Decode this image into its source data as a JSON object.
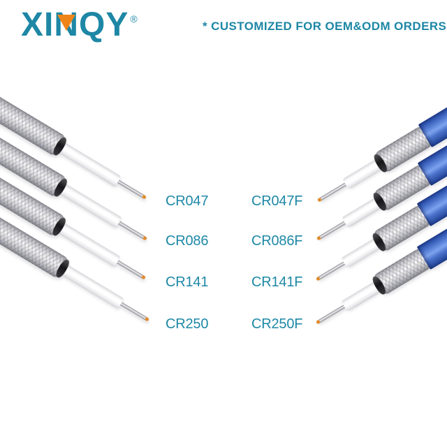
{
  "header": {
    "logo_text": "XINQY",
    "logo_reg": "®",
    "tagline": "* CUSTOMIZED FOR OEM&ODM ORDERS"
  },
  "products": {
    "rows": [
      {
        "left": "CR047",
        "right": "CR047F"
      },
      {
        "left": "CR086",
        "right": "CR086F"
      },
      {
        "left": "CR141",
        "right": "CR141F"
      },
      {
        "left": "CR250",
        "right": "CR250F"
      }
    ]
  },
  "cables": {
    "left_finish": "bare silver braided shield with stripped white dielectric and center pin",
    "right_finish": "blue jacket over silver braided shield with stripped white dielectric and center pin",
    "tip_finish": "copper"
  },
  "colors": {
    "brand_teal": "#1d87a5",
    "accent_orange": "#ef8418",
    "jacket_blue": "#4a72ca",
    "braid_silver": "#e8e8eb",
    "tip_copper": "#e08c2e",
    "background": "#ffffff"
  }
}
